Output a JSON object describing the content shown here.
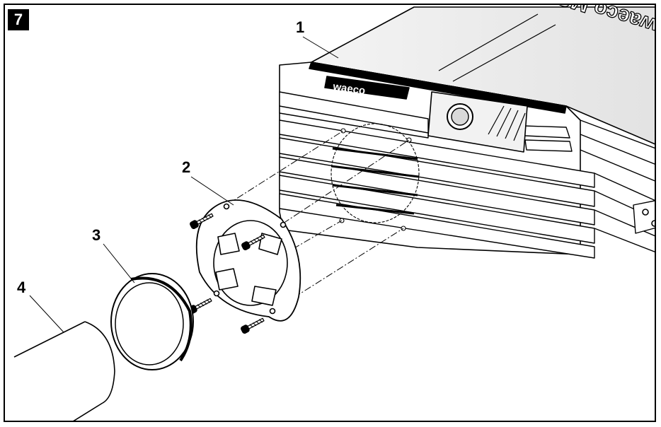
{
  "figure": {
    "number": "7"
  },
  "callouts": [
    {
      "id": "1",
      "label": "1"
    },
    {
      "id": "2",
      "label": "2"
    },
    {
      "id": "3",
      "label": "3"
    },
    {
      "id": "4",
      "label": "4"
    }
  ],
  "device": {
    "brand_label": "waeco",
    "model_label": "waeco MSP"
  },
  "colors": {
    "line": "#000000",
    "background": "#ffffff",
    "shade": "#d9d9d9"
  }
}
